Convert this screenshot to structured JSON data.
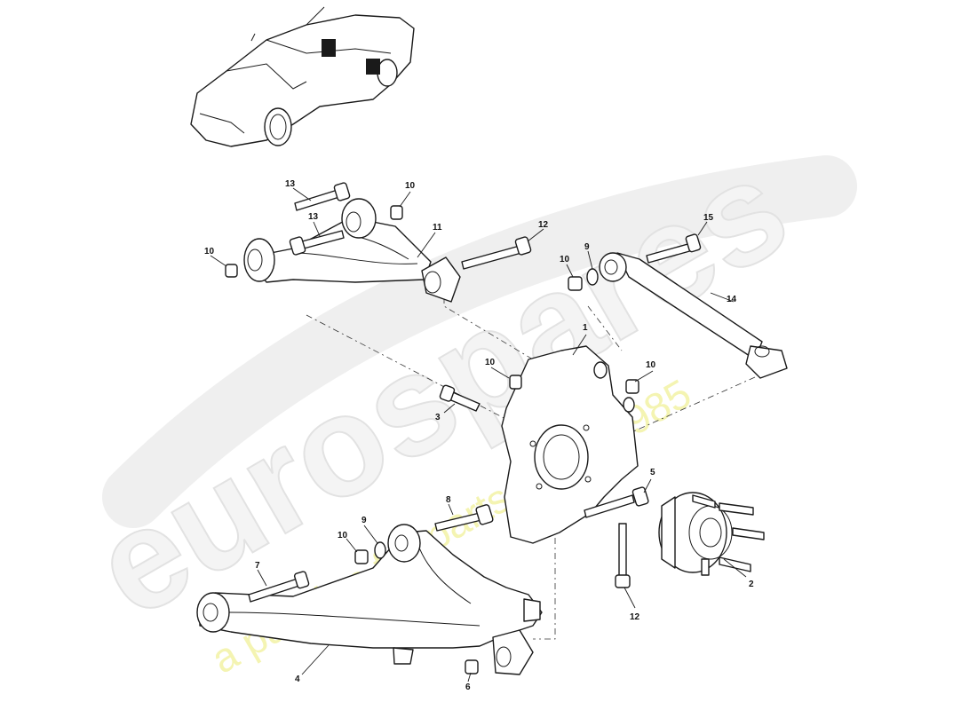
{
  "watermark": {
    "brand": "eurospares",
    "tagline": "a passion for parts since 1985"
  },
  "callouts": [
    {
      "id": "c1",
      "label": "1"
    },
    {
      "id": "c2",
      "label": "2"
    },
    {
      "id": "c3",
      "label": "3"
    },
    {
      "id": "c4",
      "label": "4"
    },
    {
      "id": "c5",
      "label": "5"
    },
    {
      "id": "c6",
      "label": "6"
    },
    {
      "id": "c7",
      "label": "7"
    },
    {
      "id": "c8",
      "label": "8"
    },
    {
      "id": "c9a",
      "label": "9"
    },
    {
      "id": "c9b",
      "label": "9"
    },
    {
      "id": "c10a",
      "label": "10"
    },
    {
      "id": "c10b",
      "label": "10"
    },
    {
      "id": "c10c",
      "label": "10"
    },
    {
      "id": "c10d",
      "label": "10"
    },
    {
      "id": "c10e",
      "label": "10"
    },
    {
      "id": "c10f",
      "label": "10"
    },
    {
      "id": "c11",
      "label": "11"
    },
    {
      "id": "c12a",
      "label": "12"
    },
    {
      "id": "c12b",
      "label": "12"
    },
    {
      "id": "c13a",
      "label": "13"
    },
    {
      "id": "c13b",
      "label": "13"
    },
    {
      "id": "c14",
      "label": "14"
    },
    {
      "id": "c15",
      "label": "15"
    }
  ]
}
